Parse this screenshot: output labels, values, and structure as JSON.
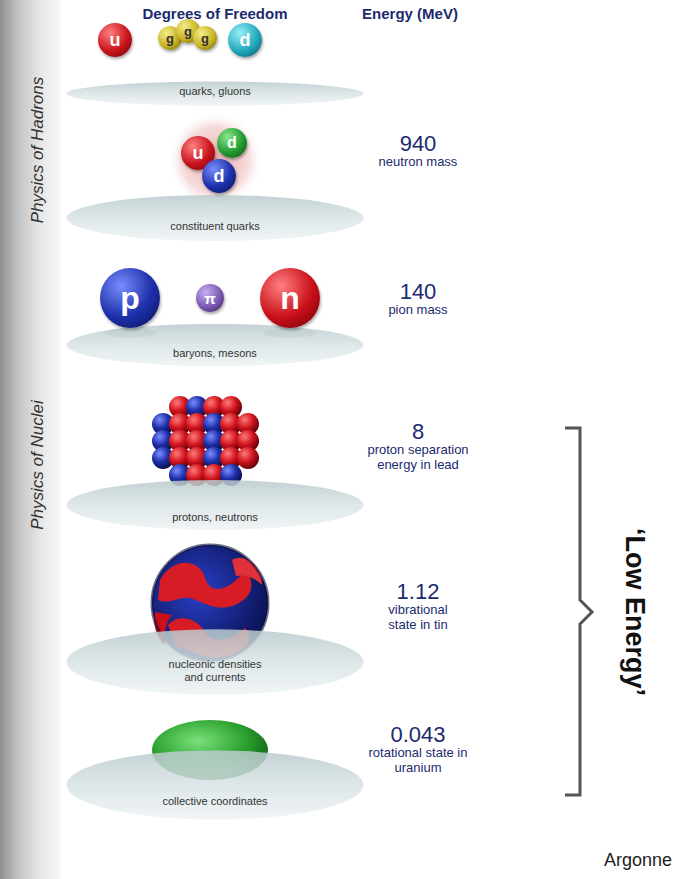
{
  "diagram": {
    "nodes": [
      {
        "text": [
          "u"
        ]
      },
      {
        "text": [
          "g"
        ]
      },
      {
        "text": [
          "g"
        ]
      },
      {
        "text": [
          "g"
        ]
      },
      {
        "text": [
          "d"
        ]
      },
      {
        "text": [
          "quarks, gluons"
        ]
      },
      {
        "text": [
          "u"
        ]
      },
      {
        "text": [
          "d"
        ]
      },
      {
        "text": [
          "d"
        ]
      },
      {
        "text": [
          "constituent quarks"
        ]
      },
      {
        "text": [
          "p"
        ]
      },
      {
        "text": [
          "π"
        ]
      },
      {
        "text": [
          "n"
        ]
      },
      {
        "text": [
          "baryons, mesons"
        ]
      },
      {
        "text": [
          "protons, neutrons"
        ]
      },
      {
        "text": [
          "nucleonic densities and currents"
        ]
      },
      {
        "text": [
          "collective coordinates"
        ]
      }
    ],
    "labels": [
      "Degrees of Freedom",
      "Energy (MeV)",
      "Physics of Hadrons",
      "Physics of Nuclei",
      "940",
      "neutron mass",
      "140",
      "pion mass",
      "8",
      "proton separation energy in lead",
      "1.12",
      "vibrational state in tin",
      "0.043",
      "rotational state in uranium",
      "‘Low Energy’",
      "Argonne"
    ]
  }
}
